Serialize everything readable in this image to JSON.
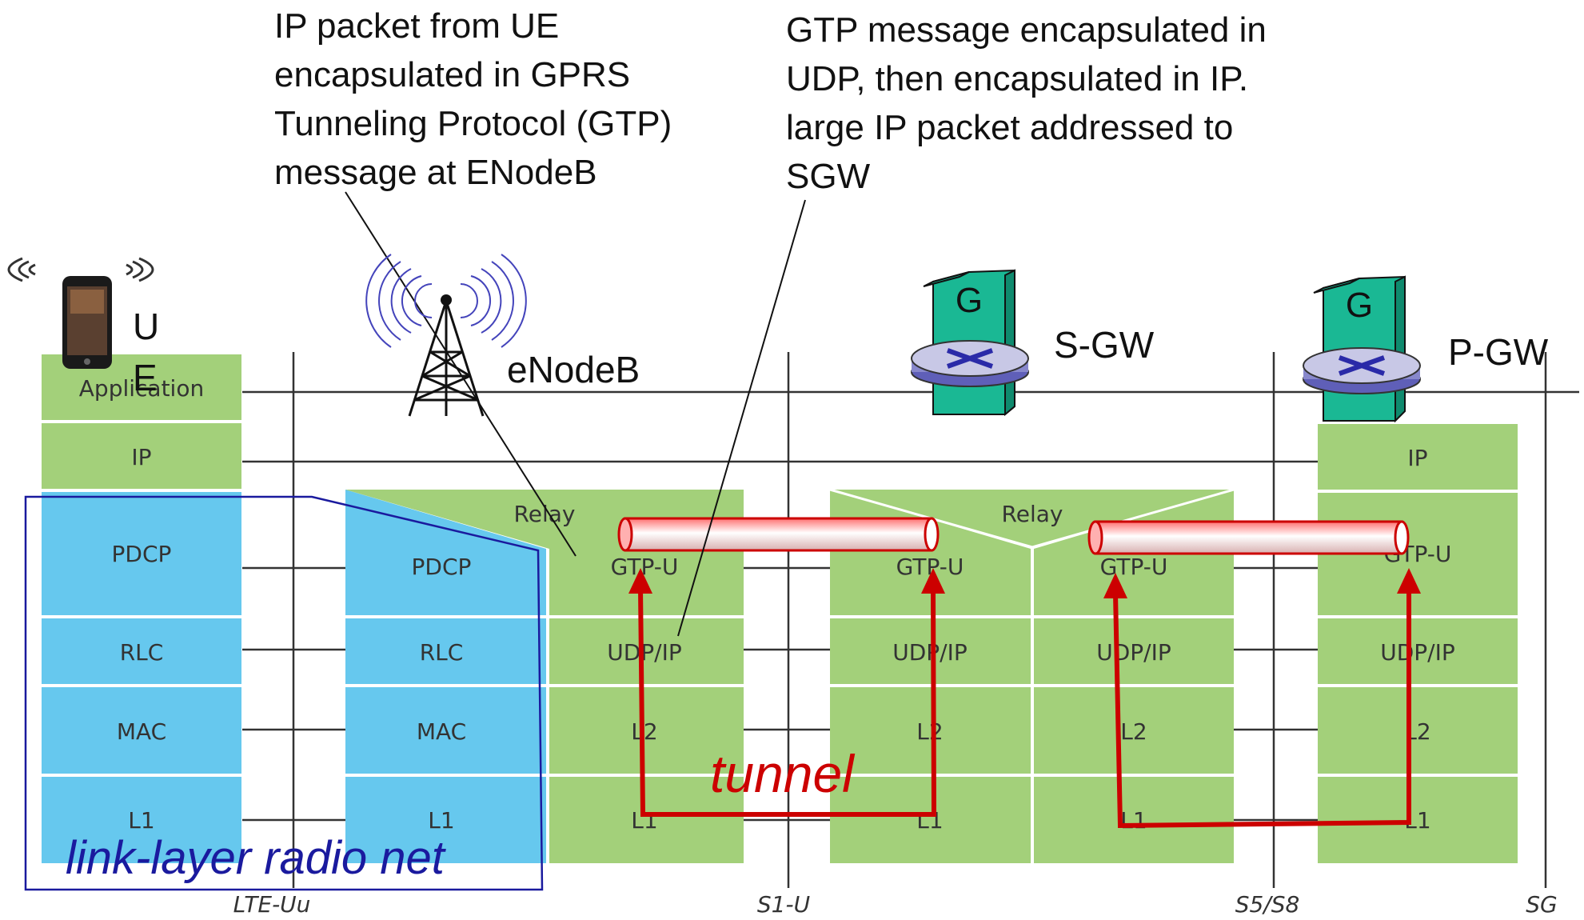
{
  "annotations": {
    "enodeb_note": [
      "IP packet from UE",
      "encapsulated in GPRS",
      "Tunneling Protocol (GTP)",
      "message at ENodeB"
    ],
    "gtp_note": [
      "GTP message encapsulated in",
      "UDP, then encapsulated in IP.",
      "large IP packet addressed to",
      "SGW"
    ],
    "tunnel": "tunnel",
    "radio_net": "link-layer radio net"
  },
  "nodes": {
    "ue_u": "U",
    "ue_e": "E",
    "enodeb": "eNodeB",
    "sgw": "S-GW",
    "pgw": "P-GW",
    "gateway_letter": "G"
  },
  "stacks": {
    "ue": [
      "Application",
      "IP",
      "PDCP",
      "RLC",
      "MAC",
      "L1"
    ],
    "enodeb_radio": [
      "PDCP",
      "RLC",
      "MAC",
      "L1"
    ],
    "enodeb_core": [
      "GTP-U",
      "UDP/IP",
      "L2",
      "L1"
    ],
    "relay": "Relay",
    "sgw_left": [
      "GTP-U",
      "UDP/IP",
      "L2",
      "L1"
    ],
    "sgw_right": [
      "GTP-U",
      "UDP/IP",
      "L2",
      "L1"
    ],
    "pgw": [
      "IP",
      "GTP-U",
      "UDP/IP",
      "L2",
      "L1"
    ]
  },
  "interfaces": [
    "LTE-Uu",
    "S1-U",
    "S5/S8",
    "SG"
  ],
  "colors": {
    "green": "#a3d07a",
    "blue": "#66c8ee",
    "red": "#cc0000",
    "navy": "#1a1a9e",
    "gateway": "#1ab894"
  },
  "icons": [
    "smartphone-icon",
    "antenna-tower-icon",
    "router-icon"
  ]
}
